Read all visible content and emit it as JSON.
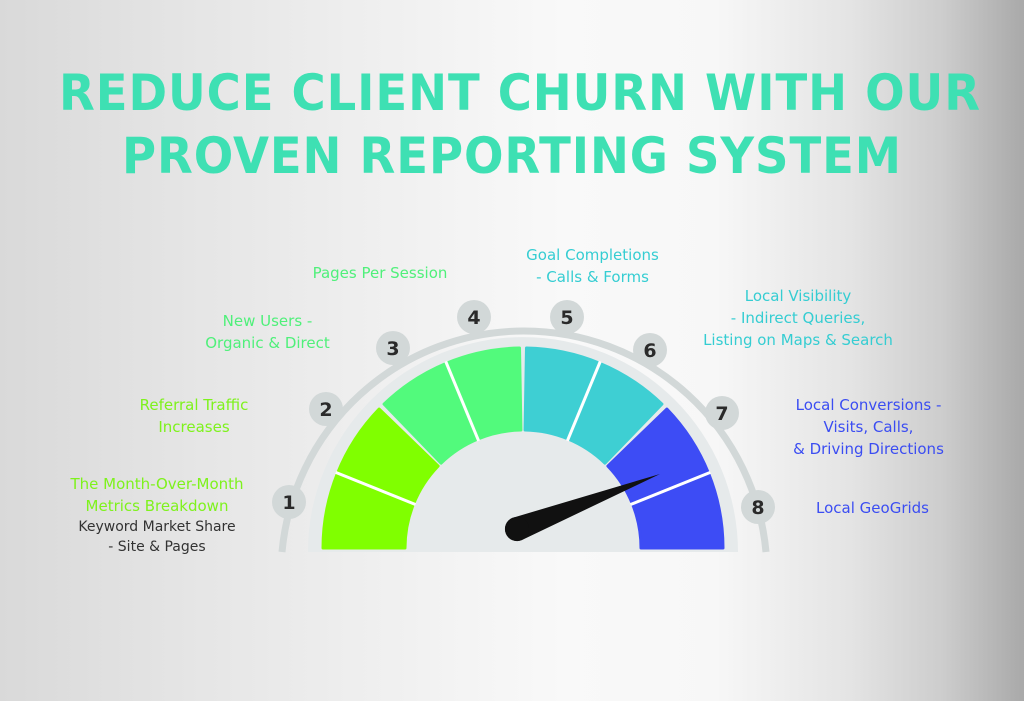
{
  "title": {
    "line1": "REDUCE CLIENT CHURN WITH OUR",
    "line2": "PROVEN REPORTING SYSTEM",
    "color": "#3ee0b3"
  },
  "gauge": {
    "numbers": [
      "1",
      "2",
      "3",
      "4",
      "5",
      "6",
      "7",
      "8"
    ],
    "segment_colors": [
      "#80ff00",
      "#80ff00",
      "#52fa7c",
      "#52fa7c",
      "#3ecfd3",
      "#3ecfd3",
      "#3d4cf5",
      "#3d4cf5"
    ],
    "needle_color": "#111111",
    "track_color": "#d2d8d8"
  },
  "labels": [
    {
      "step": "1",
      "text": "The Month-Over-Month Metrics Breakdown",
      "line1": "The Month-Over-Month",
      "line2": "Metrics Breakdown",
      "sub1": "Keyword Market Share",
      "sub2": "- Site & Pages",
      "color": "#7ef21c"
    },
    {
      "step": "2",
      "line1": "Referral Traffic",
      "line2": "Increases",
      "color": "#7ef21c"
    },
    {
      "step": "3",
      "line1": "New Users -",
      "line2": "Organic & Direct",
      "color": "#4ff07a"
    },
    {
      "step": "4",
      "line1": "Pages Per Session",
      "color": "#4ff07a"
    },
    {
      "step": "5",
      "line1": "Goal Completions",
      "line2": "- Calls & Forms",
      "color": "#35cdd2"
    },
    {
      "step": "6",
      "line1": "Local Visibility",
      "line2": "- Indirect Queries,",
      "line3": "Listing on Maps & Search",
      "color": "#35cdd2"
    },
    {
      "step": "7",
      "line1": "Local Conversions -",
      "line2": "Visits, Calls,",
      "line3": "& Driving Directions",
      "color": "#3b4df2"
    },
    {
      "step": "8",
      "line1": "Local GeoGrids",
      "color": "#3b4df2"
    }
  ]
}
